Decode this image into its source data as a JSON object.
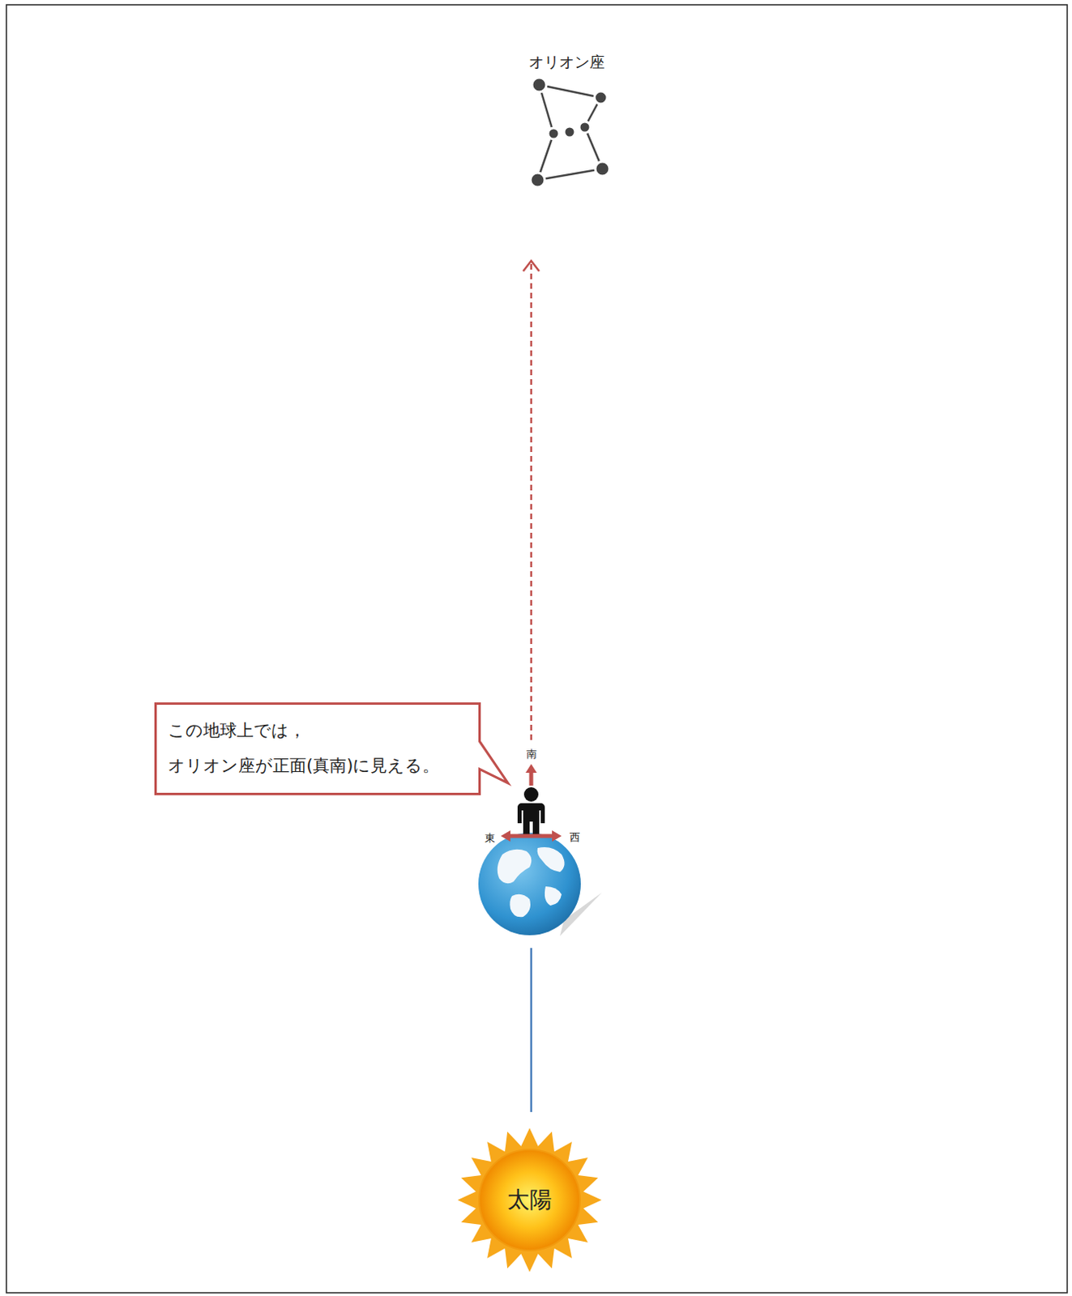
{
  "diagram": {
    "nodes": [
      {
        "text": [
          "この地球上では，",
          "オリオン座が正面(真南)に見える。"
        ]
      },
      {
        "text": [
          "太陽"
        ]
      }
    ],
    "labels": [
      "オリオン座",
      "南",
      "東",
      "西"
    ]
  }
}
